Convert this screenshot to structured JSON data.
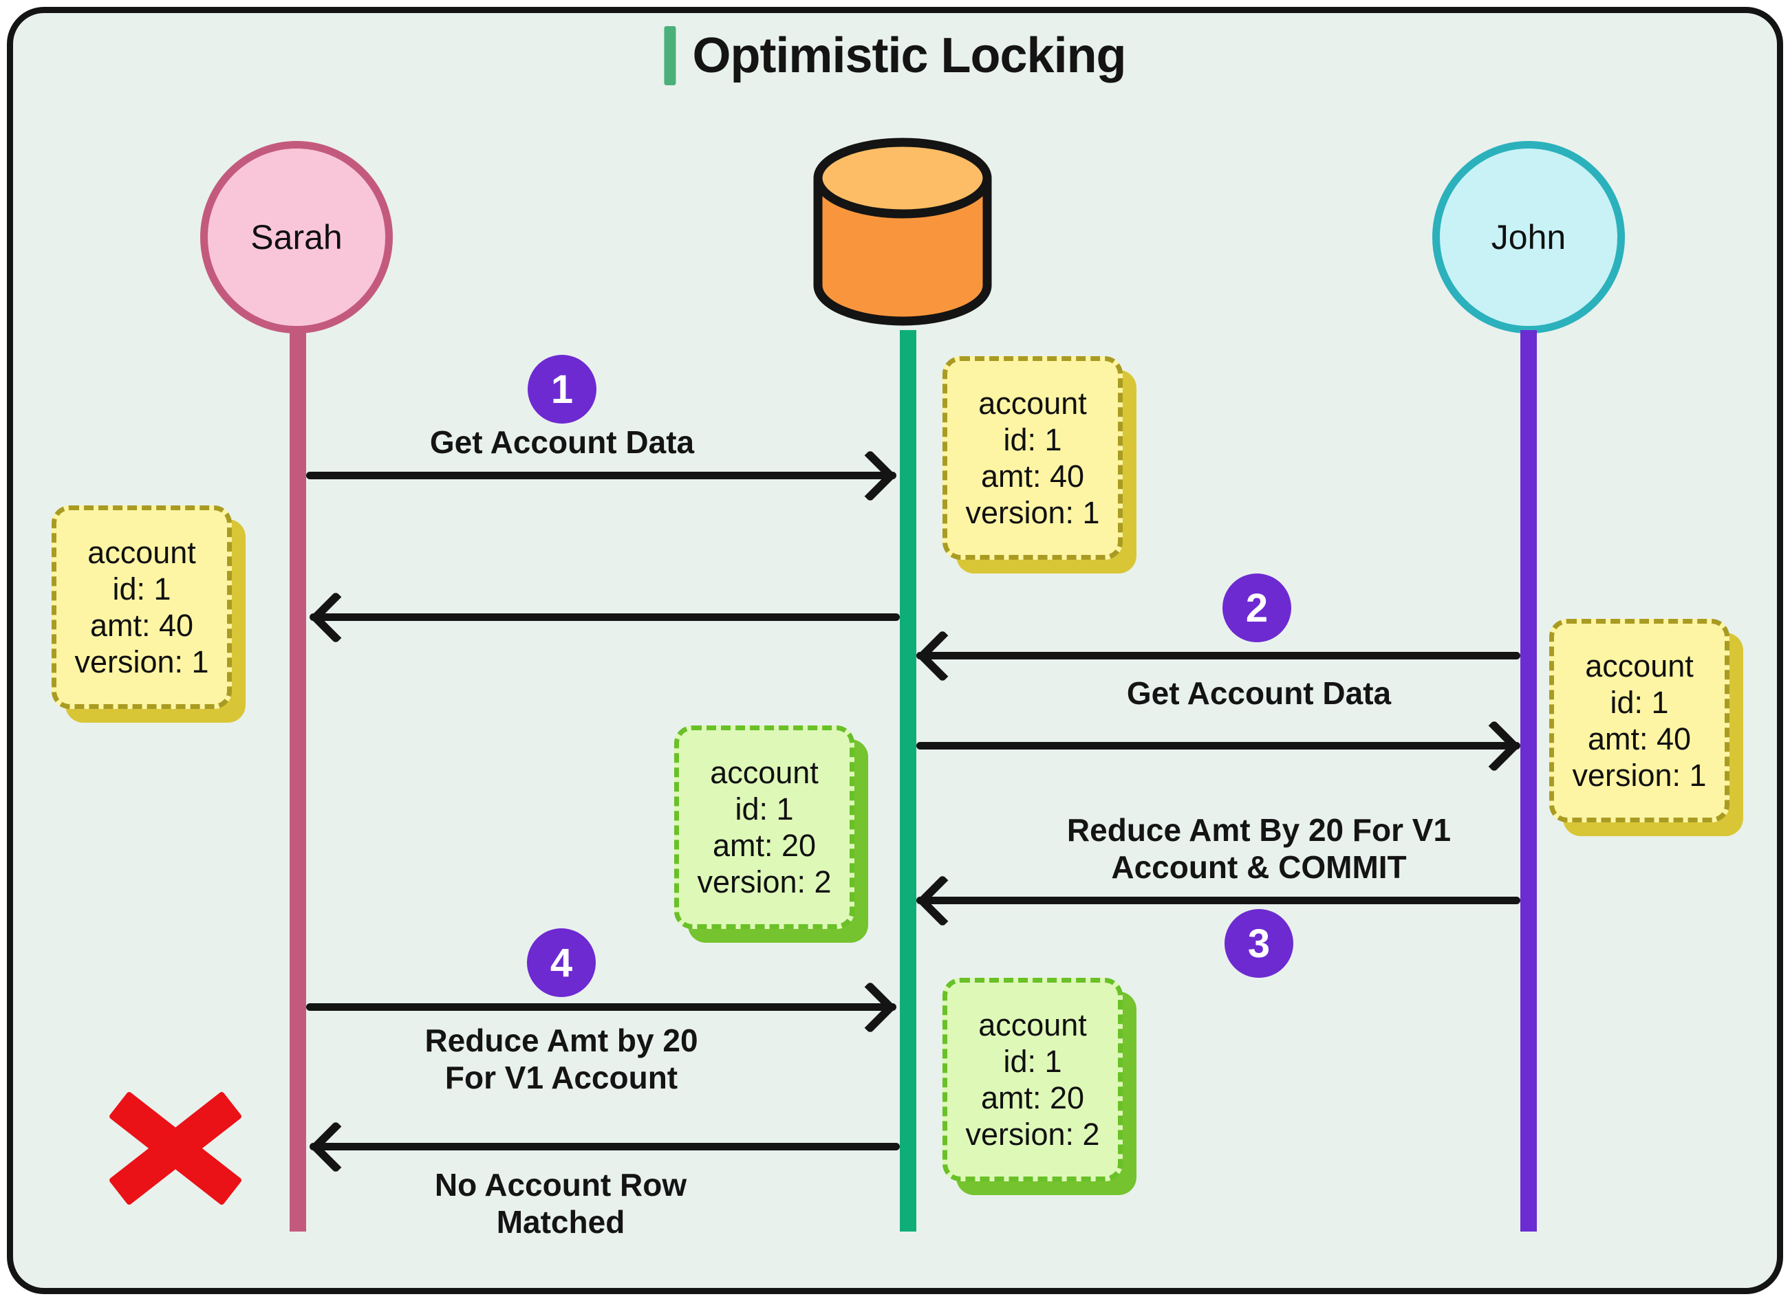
{
  "title": {
    "text": "Optimistic Locking"
  },
  "actors": {
    "sarah": {
      "name": "Sarah"
    },
    "database": {
      "icon": "database-cylinder-icon"
    },
    "john": {
      "name": "John"
    }
  },
  "steps": {
    "step1": {
      "number": "1",
      "label": "Get Account Data"
    },
    "step2": {
      "number": "2",
      "label": "Get Account Data"
    },
    "step3": {
      "number": "3",
      "label_line1": "Reduce Amt By 20 For V1",
      "label_line2": "Account & COMMIT"
    },
    "step4": {
      "number": "4",
      "label_line1": "Reduce Amt by 20",
      "label_line2": "For V1 Account"
    }
  },
  "failure": {
    "icon": "red-x-icon",
    "label_line1": "No Account Row",
    "label_line2": "Matched"
  },
  "notes": {
    "sarah_copy": {
      "style": "yellow",
      "lines": [
        "account",
        "id: 1",
        "amt: 40",
        "version: 1"
      ]
    },
    "db_initial": {
      "style": "yellow",
      "lines": [
        "account",
        "id: 1",
        "amt: 40",
        "version: 1"
      ]
    },
    "john_copy": {
      "style": "yellow",
      "lines": [
        "account",
        "id: 1",
        "amt: 40",
        "version: 1"
      ]
    },
    "db_updated": {
      "style": "green",
      "lines": [
        "account",
        "id: 1",
        "amt: 20",
        "version: 2"
      ]
    },
    "db_committed": {
      "style": "green",
      "lines": [
        "account",
        "id: 1",
        "amt: 20",
        "version: 2"
      ]
    }
  },
  "colors": {
    "ink": "#141414",
    "frame-bg": "#e9f1ed",
    "accent-green": "#49b07a",
    "pink": "#f9c6d9",
    "pink-dark": "#c35a7e",
    "orange": "#f9963d",
    "orange-light": "#fcbd66",
    "cyan": "#c9f2f6",
    "teal": "#2bb1bc",
    "emerald": "#0fae79",
    "purple": "#6b2dd1",
    "badge-purple": "#6d2ad1",
    "yellow-bg": "#fdf5a4",
    "yellow-border": "#a99b22",
    "yellow-shadow": "#d9c636",
    "green-bg": "#def8b8",
    "green-border": "#69c027",
    "green-shadow": "#75c32e",
    "red": "#ea1117"
  }
}
